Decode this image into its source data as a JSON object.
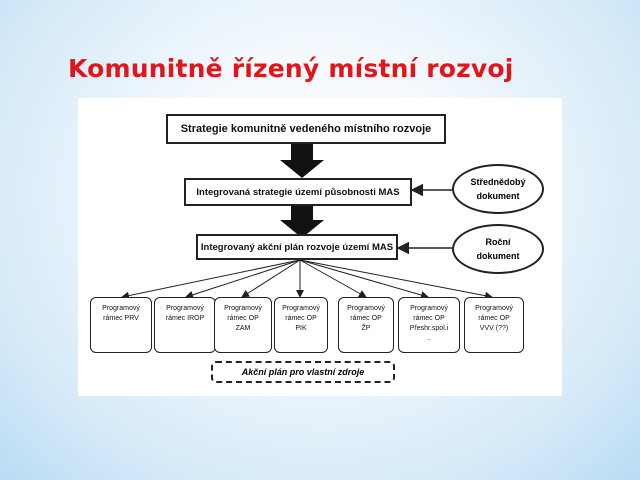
{
  "slide": {
    "title": "Komunitně řízený místní rozvoj"
  },
  "diagram": {
    "top_box": "Strategie komunitně vedeného místního rozvoje",
    "middle_box": "Integrovaná strategie území působnosti MAS",
    "plan_box": "Integrovaný akční plán rozvoje území MAS",
    "ellipse_1": "Střednědobý\ndokument",
    "ellipse_2": "Roční\ndokument",
    "programs": [
      "Programový\nrámec PRV",
      "Programový\nrámec IROP",
      "Programový\nrámec OP\nZAM",
      "Programový\nrámec OP\nPIK",
      "Programový\nrámec OP\nŽP",
      "Programový\nrámec OP\nPřeshr.spol.i\n..",
      "Programový\nrámec OP\nVVV (??)"
    ],
    "own_resources": "Akční plán pro vlastní zdroje"
  }
}
